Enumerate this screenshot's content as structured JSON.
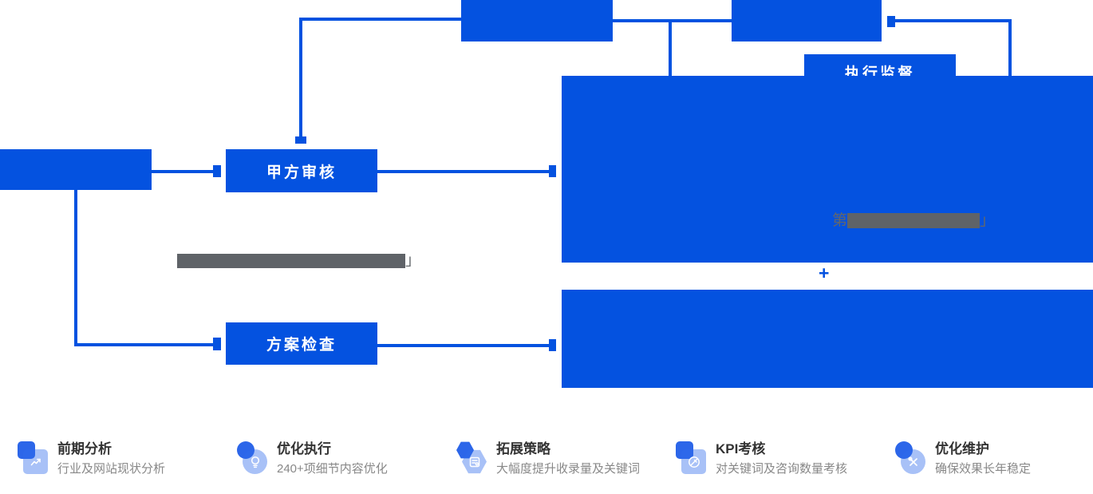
{
  "colors": {
    "primary_blue": "#0452e0",
    "icon_back_blue": "#2c66e9",
    "icon_front_blue": "#a8c2f6",
    "redact_gray": "#5f6368",
    "title_gray": "#333333",
    "desc_gray": "#888888"
  },
  "diagram": {
    "review_box": "甲方审核",
    "check_box": "方案检查",
    "supervise_tab": "执行监督",
    "plus_sign": "+",
    "redacted_line_1": {
      "lead_char": "第",
      "close_char": "」"
    },
    "redacted_line_2": {
      "close_char": "」"
    }
  },
  "features": [
    {
      "title": "前期分析",
      "desc": "行业及网站现状分析",
      "icon": "trend-chart-icon"
    },
    {
      "title": "优化执行",
      "desc": "240+项细节内容优化",
      "icon": "lightbulb-icon"
    },
    {
      "title": "拓展策略",
      "desc": "大幅度提升收录量及关键词",
      "icon": "report-icon"
    },
    {
      "title": "KPI考核",
      "desc": "对关键词及咨询数量考核",
      "icon": "gavel-icon"
    },
    {
      "title": "优化维护",
      "desc": "确保效果长年稳定",
      "icon": "tools-icon"
    }
  ]
}
